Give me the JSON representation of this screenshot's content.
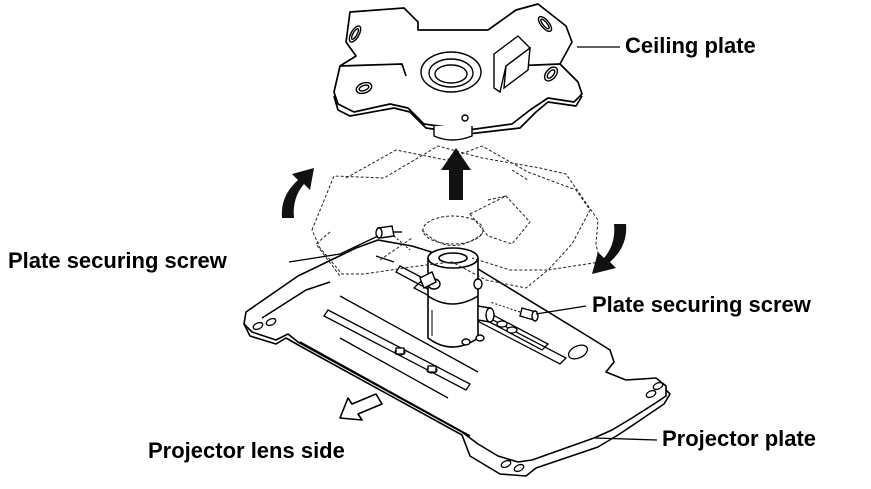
{
  "labels": {
    "ceiling_plate": "Ceiling plate",
    "plate_screw_left": "Plate securing screw",
    "plate_screw_right": "Plate securing screw",
    "projector_plate": "Projector plate",
    "lens_side": "Projector lens side"
  },
  "colors": {
    "line": "#000000",
    "fill": "#ffffff",
    "arrow": "#111111"
  }
}
